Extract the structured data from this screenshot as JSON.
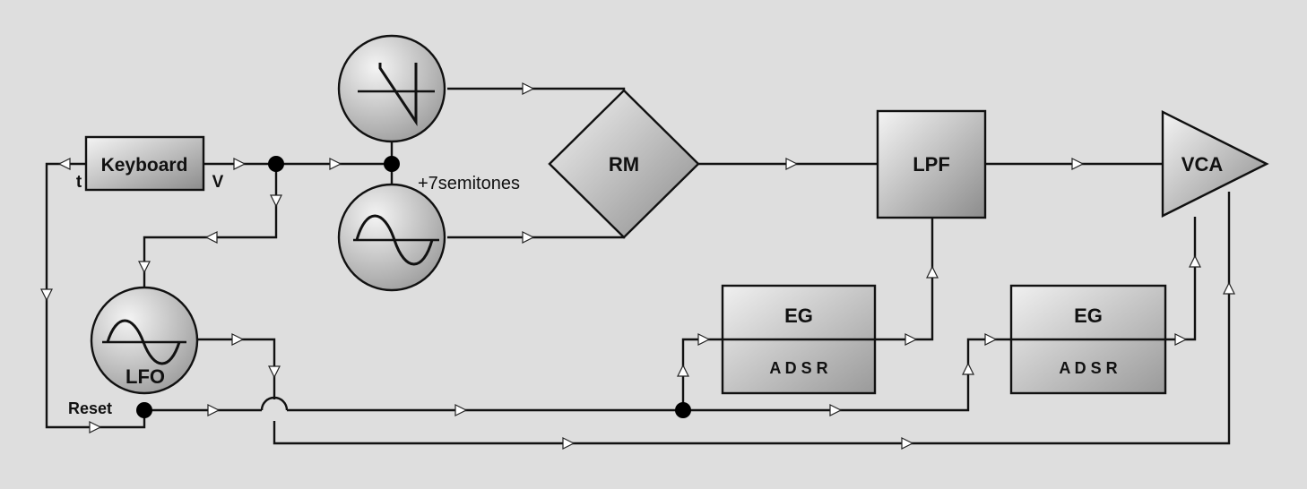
{
  "colors": {
    "background": "#dedede",
    "block_fill_light": "#f2f2f2",
    "block_fill_dark": "#8f8f8f",
    "line": "#111111",
    "arrow_fill": "#ffffff"
  },
  "blocks": {
    "keyboard": {
      "label": "Keyboard",
      "trigger_port": "t",
      "voltage_port": "V"
    },
    "saw_oscillator": {
      "icon": "sawtooth-wave-icon"
    },
    "sine_oscillator": {
      "icon": "sine-wave-icon"
    },
    "detune_label": "+7semitones",
    "ring_modulator": {
      "label": "RM"
    },
    "lowpass_filter": {
      "label": "LPF"
    },
    "vca": {
      "label": "VCA"
    },
    "lfo": {
      "label": "LFO",
      "reset_label": "Reset",
      "icon": "sine-wave-icon"
    },
    "envelope_filter": {
      "title": "EG",
      "stages": "A D S R"
    },
    "envelope_amp": {
      "title": "EG",
      "stages": "A D S R"
    }
  }
}
